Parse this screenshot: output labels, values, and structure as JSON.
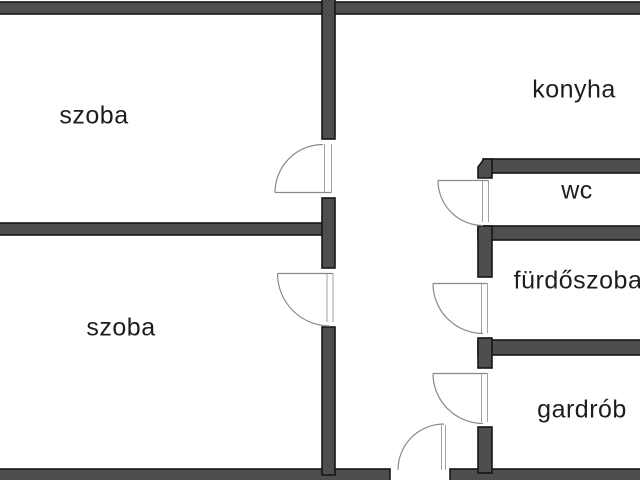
{
  "plan": {
    "type": "apartment-floor-plan",
    "language": "hungarian"
  },
  "rooms": [
    {
      "id": "room-top-left",
      "label": "szoba"
    },
    {
      "id": "room-bottom-left",
      "label": "szoba"
    },
    {
      "id": "kitchen",
      "label": "konyha"
    },
    {
      "id": "toilet",
      "label": "wc"
    },
    {
      "id": "bathroom",
      "label": "fürdőszoba"
    },
    {
      "id": "wardrobe",
      "label": "gardrób"
    }
  ],
  "doors": [
    {
      "id": "door-room-top-left",
      "type": "swing-door"
    },
    {
      "id": "door-room-bottom-left",
      "type": "swing-door"
    },
    {
      "id": "door-toilet",
      "type": "swing-door"
    },
    {
      "id": "door-bathroom",
      "type": "swing-door"
    },
    {
      "id": "door-wardrobe",
      "type": "swing-door"
    },
    {
      "id": "door-entry",
      "type": "swing-door"
    }
  ],
  "colors": {
    "background": "#ffffff",
    "wall_fill": "#4e4e4e",
    "wall_outline": "#161616",
    "door_line": "#8a8a8a",
    "door_jamb": "#a3a3a3",
    "label_text": "#1d1d1d"
  }
}
